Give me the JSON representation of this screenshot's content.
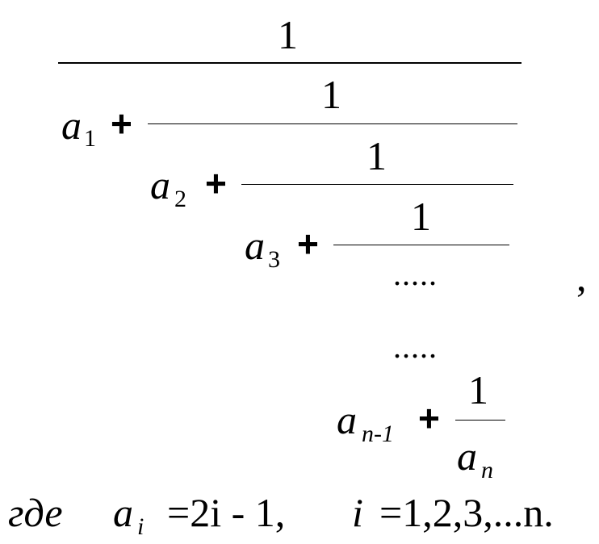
{
  "formula": {
    "one": "1",
    "a": "a",
    "plus": "+",
    "dots": ".....",
    "comma": ",",
    "terms": [
      {
        "sub": "1"
      },
      {
        "sub": "2"
      },
      {
        "sub": "3"
      },
      {
        "sub": "n-1"
      }
    ],
    "last_sub": "n"
  },
  "definition": {
    "where": "где",
    "ai_var": "a",
    "ai_sub": "i",
    "ai_rhs": "=2i - 1,",
    "i_var": "i",
    "i_rhs": "=1,2,3,...n."
  }
}
